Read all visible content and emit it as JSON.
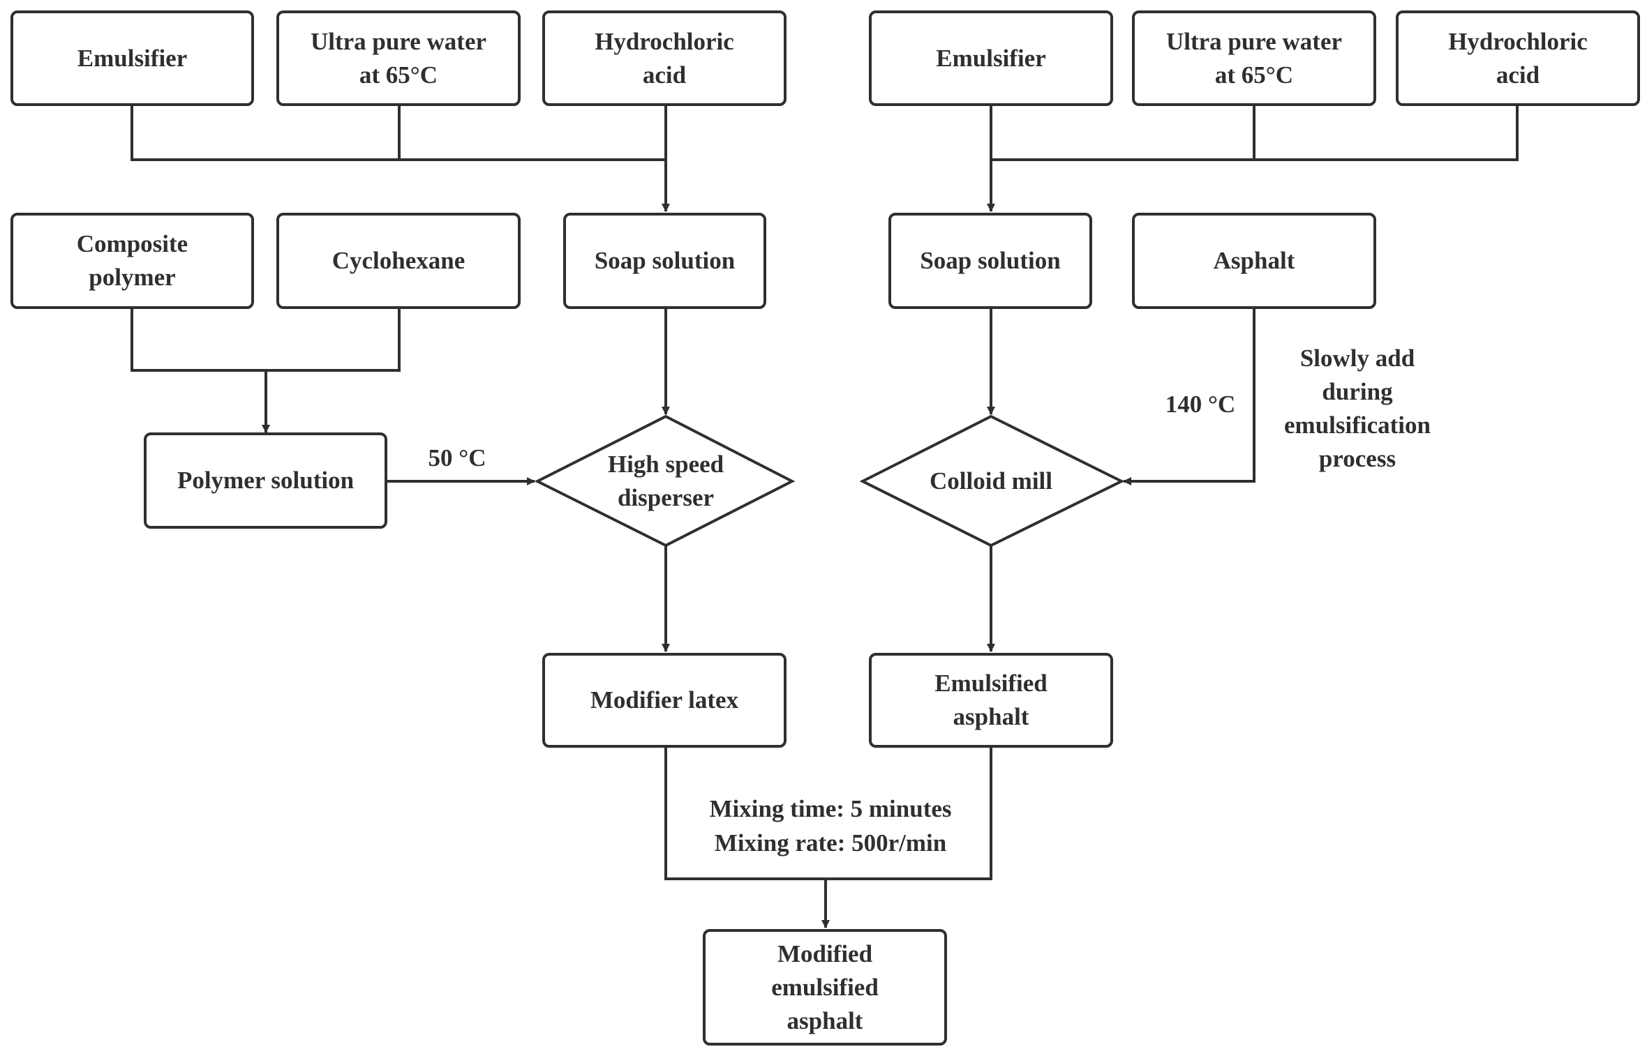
{
  "nodes": {
    "emulsifier_left": "Emulsifier",
    "water_left": "Ultra pure water\nat 65°C",
    "hcl_left": "Hydrochloric\nacid",
    "emulsifier_right": "Emulsifier",
    "water_right": "Ultra pure water\nat 65°C",
    "hcl_right": "Hydrochloric\nacid",
    "composite_polymer": "Composite\npolymer",
    "cyclohexane": "Cyclohexane",
    "soap_left": "Soap solution",
    "soap_right": "Soap solution",
    "asphalt": "Asphalt",
    "polymer_solution": "Polymer solution",
    "high_speed_disperser": "High speed\ndisperser",
    "colloid_mill": "Colloid mill",
    "modifier_latex": "Modifier latex",
    "emulsified_asphalt": "Emulsified\nasphalt",
    "modified_emulsified_asphalt": "Modified\nemulsified\nasphalt"
  },
  "labels": {
    "temp_50": "50 °C",
    "temp_140": "140 °C",
    "slowly_add": "Slowly add\nduring\nemulsification\nprocess",
    "mixing_time": "Mixing time: 5 minutes",
    "mixing_rate": "Mixing rate: 500r/min"
  },
  "colors": {
    "stroke": "#2f2f2f",
    "background": "#ffffff"
  }
}
